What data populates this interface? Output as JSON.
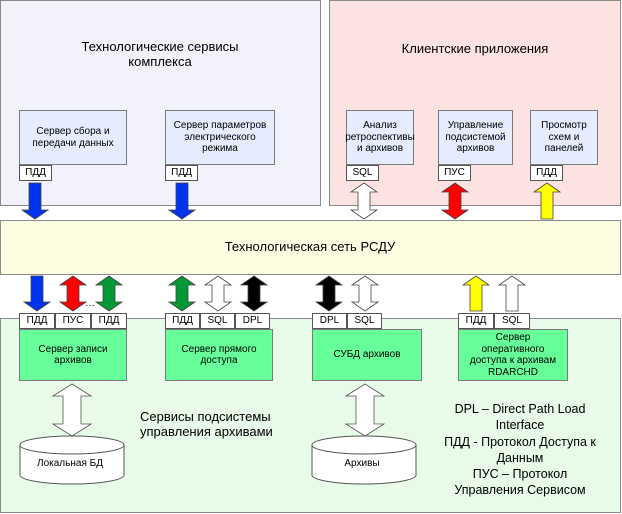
{
  "regions": {
    "tech_services": "Технологические сервисы\nкомплекса",
    "client_apps": "Клиентские приложения",
    "network": "Технологическая сеть РСДУ",
    "archive_subsystem": "Сервисы подсистемы\nуправления архивами"
  },
  "colors": {
    "tech_bg": "#f2f2fd",
    "client_bg": "#fde2e2",
    "network_bg": "#fdfde2",
    "archive_bg": "#e8fbe8",
    "server_green": "#66ff99",
    "arrow_blue": "#0033ee",
    "arrow_red": "#ff0000",
    "arrow_green": "#009933",
    "arrow_black": "#000000",
    "arrow_yellow": "#ffff00",
    "arrow_white": "#ffffff"
  },
  "tech_boxes": [
    {
      "label": "Сервер сбора и\nпередачи данных",
      "tag": "ПДД"
    },
    {
      "label": "Сервер параметров\nэлектрического\nрежима",
      "tag": "ПДД"
    }
  ],
  "client_boxes": [
    {
      "label": "Анализ\nретроспективы\nи архивов",
      "tag": "SQL"
    },
    {
      "label": "Управление\nподсистемой\nархивов",
      "tag": "ПУС"
    },
    {
      "label": "Просмотр\nсхем и\nпанелей",
      "tag": "ПДД"
    }
  ],
  "archive_servers": [
    {
      "label": "Сервер записи\nархивов",
      "tags": [
        "ПДД",
        "ПУС",
        "ПДД"
      ],
      "ellipsis": "…"
    },
    {
      "label": "Сервер прямого\nдоступа",
      "tags": [
        "ПДД",
        "SQL",
        "DPL"
      ]
    },
    {
      "label": "СУБД архивов",
      "tags": [
        "DPL",
        "SQL"
      ]
    },
    {
      "label": "Сервер\nоперативного\nдоступа к архивам\nRDARCHD",
      "tags": [
        "ПДД",
        "SQL"
      ]
    }
  ],
  "databases": [
    {
      "label": "Локальная БД"
    },
    {
      "label": "Архивы"
    }
  ],
  "legend": "DPL – Direct Path Load\nInterface\nПДД - Протокол Доступа к\nДанным\nПУС – Протокол\nУправления Сервисом"
}
